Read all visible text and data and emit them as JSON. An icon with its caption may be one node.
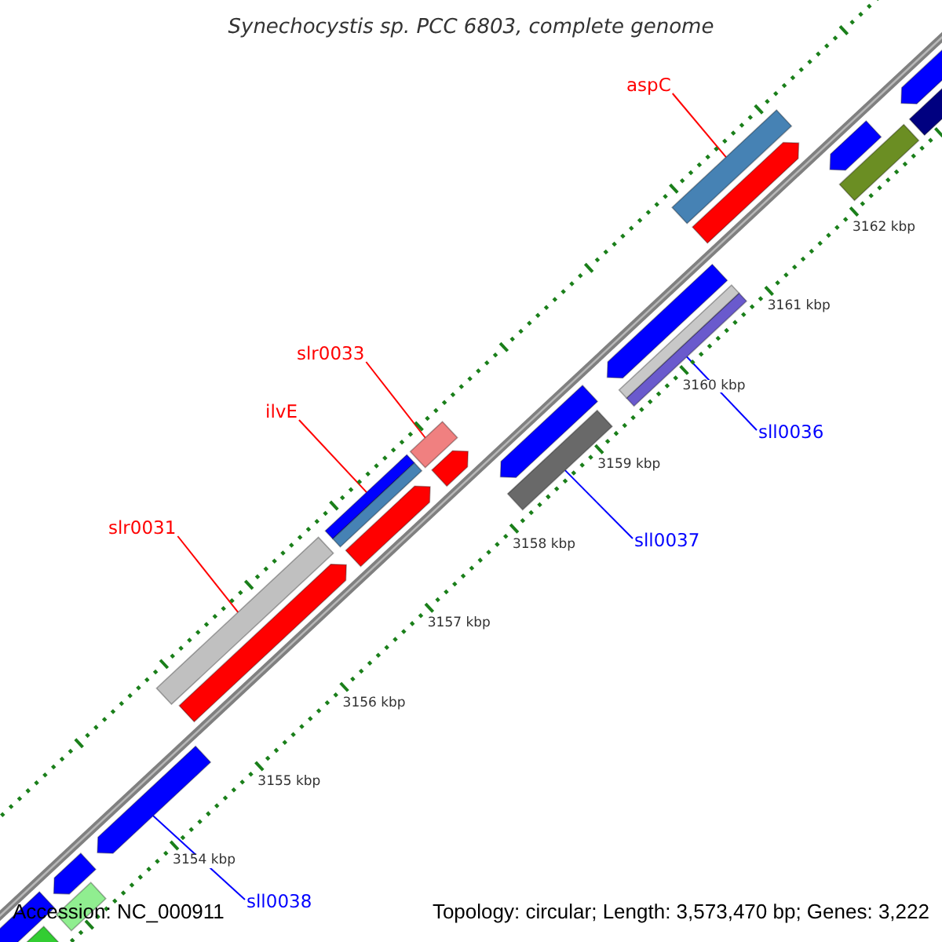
{
  "diagram": {
    "title": "Synechocystis sp. PCC 6803, complete genome",
    "nodes": [
      {
        "text": [
          "aspC"
        ]
      },
      {
        "text": [],
        "shape": "bar"
      },
      {
        "text": [
          "slr0033"
        ]
      },
      {
        "text": [],
        "shape": "bar"
      },
      {
        "text": [
          "ilvE"
        ]
      },
      {
        "text": [],
        "shape": "bar"
      },
      {
        "text": [
          "slr0031"
        ]
      },
      {
        "text": [],
        "shape": "bar"
      },
      {
        "text": [
          "sll0036"
        ]
      },
      {
        "text": [],
        "shape": "bar"
      },
      {
        "text": [
          "sll0037"
        ]
      },
      {
        "text": [],
        "shape": "bar"
      },
      {
        "text": [
          "sll0038"
        ]
      },
      {
        "text": [],
        "shape": "arrow"
      },
      {
        "text": [],
        "shape": "arrow"
      },
      {
        "text": [],
        "shape": "bar"
      },
      {
        "text": [],
        "shape": "arrow"
      },
      {
        "text": [],
        "shape": "bar"
      },
      {
        "text": [],
        "shape": "arrow"
      },
      {
        "text": [],
        "shape": "bar"
      },
      {
        "text": [],
        "shape": "arrow"
      },
      {
        "text": [],
        "shape": "arrow"
      },
      {
        "text": [],
        "shape": "arrow"
      },
      {
        "text": [],
        "shape": "arrow"
      },
      {
        "text": [],
        "shape": "bar"
      },
      {
        "text": [],
        "shape": "arrow"
      },
      {
        "text": [],
        "shape": "arrow"
      },
      {
        "text": [],
        "shape": "bar"
      },
      {
        "text": [],
        "shape": "arrow"
      },
      {
        "text": [],
        "shape": "bar"
      }
    ],
    "edges": [
      {
        "from": 0,
        "to": 1,
        "arrow": "none"
      },
      {
        "from": 2,
        "to": 3,
        "arrow": "none"
      },
      {
        "from": 4,
        "to": 5,
        "arrow": "none"
      },
      {
        "from": 6,
        "to": 7,
        "arrow": "none"
      },
      {
        "from": 8,
        "to": 9,
        "arrow": "none",
        "color": "#0000ff"
      },
      {
        "from": 10,
        "to": 11,
        "arrow": "none",
        "color": "#0000ff"
      },
      {
        "from": 12,
        "to": 13,
        "arrow": "none",
        "color": "#0000ff"
      }
    ],
    "labels": [
      "3154 kbp",
      "3155 kbp",
      "3156 kbp",
      "3157 kbp",
      "3158 kbp",
      "3159 kbp",
      "3160 kbp",
      "3161 kbp",
      "3162 kbp",
      "Accession: NC_000911",
      "Topology: circular; Length: 3,573,470 bp; Genes: 3,222"
    ]
  }
}
